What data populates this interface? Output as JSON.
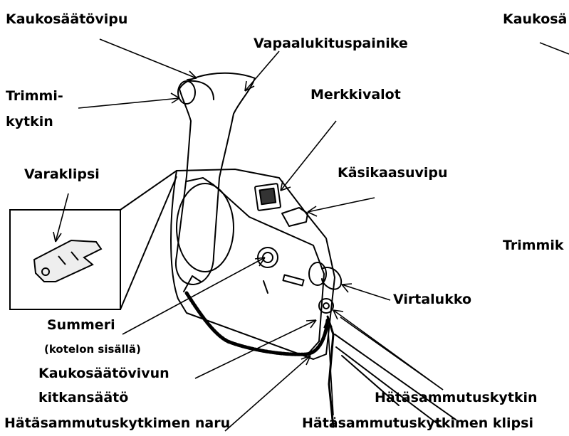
{
  "labels": {
    "remote_lever": "Kaukosäätövipu",
    "neutral_lock_button": "Vapaalukituspainike",
    "trim_switch_1": "Trimmi-",
    "trim_switch_2": "kytkin",
    "indicator_lights": "Merkkivalot",
    "spare_clip": "Varaklipsi",
    "throttle_lever": "Käsikaasuvipu",
    "ignition_key": "Virtalukko",
    "buzzer": "Summeri",
    "buzzer_note": "(kotelon sisällä)",
    "friction_adjuster_1": "Kaukosäätövivun",
    "friction_adjuster_2": "kitkansäätö",
    "stop_switch": "Hätäsammutuskytkin",
    "stop_switch_lanyard": "Hätäsammutuskytkimen naru",
    "stop_switch_clip": "Hätäsammutuskytkimen klipsi",
    "cut_top_right": "Kaukosä",
    "cut_middle_right": "Trimmik"
  }
}
